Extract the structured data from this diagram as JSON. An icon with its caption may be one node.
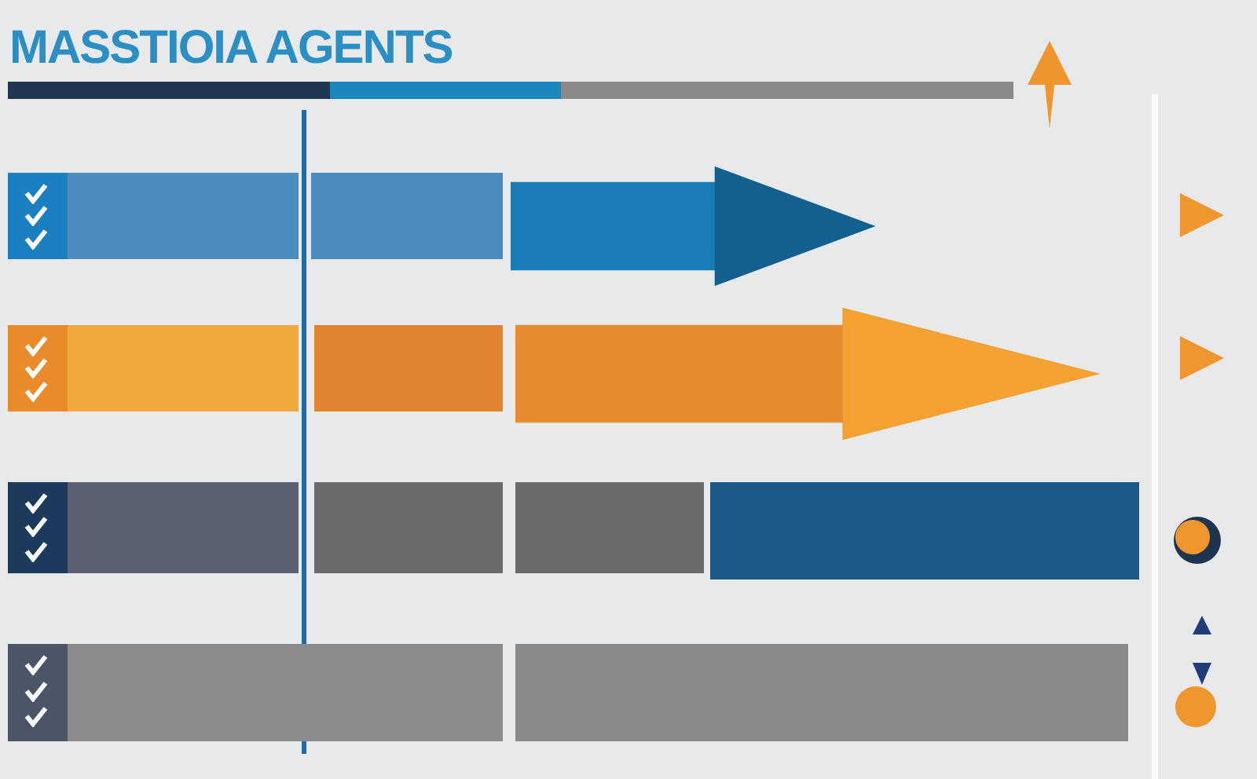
{
  "diagram": {
    "title": "MASSTIOIA AGENTS",
    "nodes": [
      {
        "text": [],
        "shape": "box"
      },
      {
        "text": [],
        "shape": "box"
      },
      {
        "text": [],
        "shape": "arrow"
      },
      {
        "text": [],
        "shape": "box"
      },
      {
        "text": [],
        "shape": "box"
      },
      {
        "text": [],
        "shape": "arrow"
      },
      {
        "text": [],
        "shape": "box"
      },
      {
        "text": [],
        "shape": "box"
      },
      {
        "text": [],
        "shape": "box"
      },
      {
        "text": [],
        "shape": "box"
      },
      {
        "text": [],
        "shape": "box"
      },
      {
        "text": [],
        "shape": "box"
      }
    ]
  }
}
